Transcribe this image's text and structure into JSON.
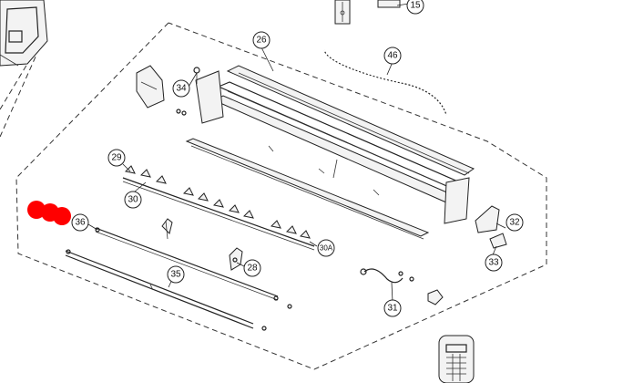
{
  "callouts": {
    "c15": "15",
    "c26": "26",
    "c46": "46",
    "c34": "34",
    "c29": "29",
    "c30": "30",
    "c36": "36",
    "c32": "32",
    "c33": "33",
    "c30a": "30A",
    "c28": "28",
    "c35": "35",
    "c31": "31"
  },
  "colors": {
    "marker": "#ff0000",
    "line": "#222222"
  }
}
